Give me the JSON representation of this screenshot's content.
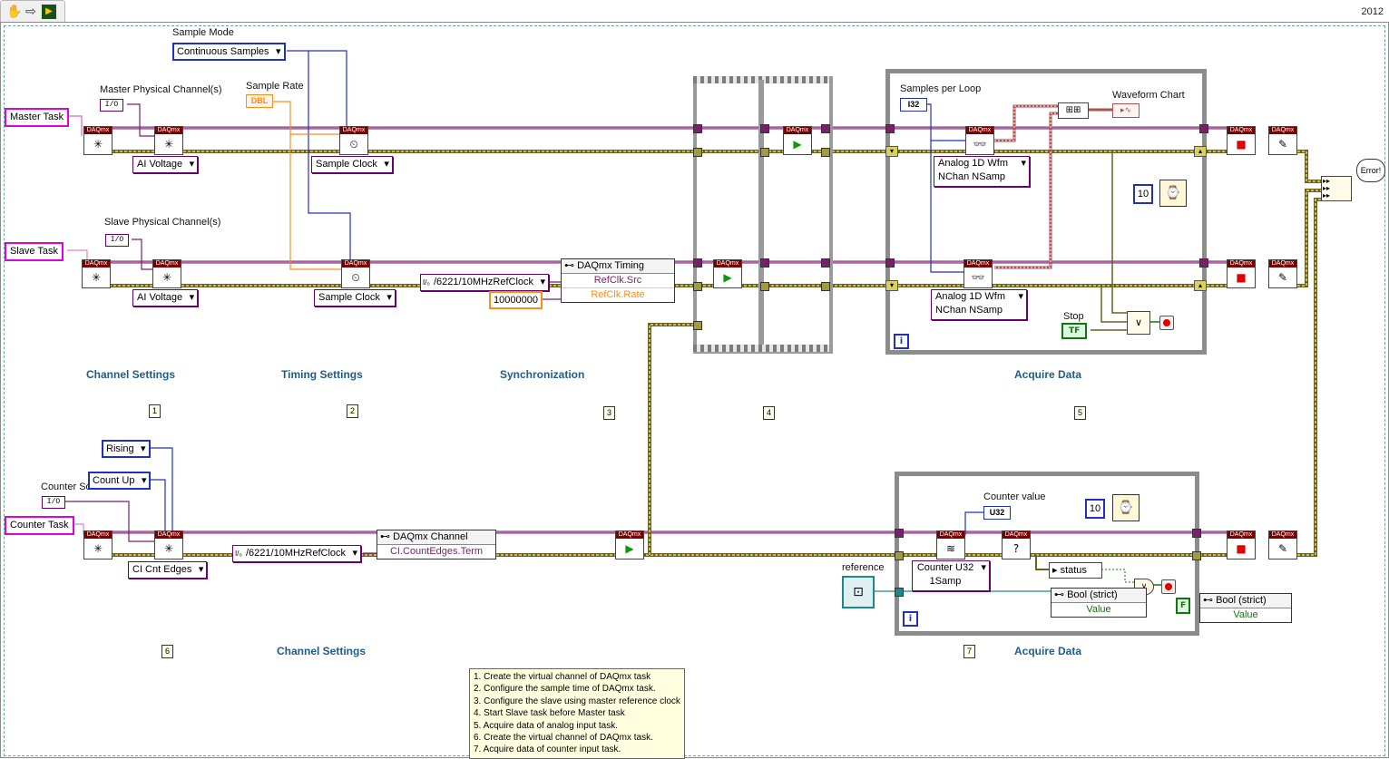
{
  "version": "2012",
  "toolbar": {
    "icons": [
      "hand-icon",
      "arrow-icon",
      "labview-icon"
    ]
  },
  "constants": {
    "master_task": "Master Task",
    "slave_task": "Slave Task",
    "counter_task": "Counter Task",
    "sample_mode": "Continuous Samples",
    "ai_voltage_1": "AI Voltage",
    "ai_voltage_2": "AI Voltage",
    "sample_clock_1": "Sample Clock",
    "sample_clock_2": "Sample Clock",
    "ref_clock_source_1": "/6221/10MHzRefClock",
    "ref_clock_rate": "10000000",
    "ref_clock_source_2": "/6221/10MHzRefClock",
    "rising": "Rising",
    "count_up": "Count Up",
    "ci_cnt_edges": "CI Cnt Edges",
    "analog_wfm_1_line1": "Analog 1D Wfm",
    "analog_wfm_1_line2": "NChan NSamp",
    "analog_wfm_2_line1": "Analog 1D Wfm",
    "analog_wfm_2_line2": "NChan NSamp",
    "counter_u32_line1": "Counter U32",
    "counter_u32_line2": "1Samp",
    "wait_ms_1": "10",
    "wait_ms_2": "10",
    "dbl": "DBL",
    "u32": "U32",
    "u32_indicator": "U32",
    "i32": "I32",
    "io": "I/O",
    "tf": "TF",
    "f": "F"
  },
  "labels": {
    "sample_mode": "Sample Mode",
    "sample_rate": "Sample Rate",
    "master_physical_channels": "Master Physical Channel(s)",
    "slave_physical_channels": "Slave Physical Channel(s)",
    "counter_source": "Counter Source",
    "samples_per_loop": "Samples per Loop",
    "waveform_chart": "Waveform Chart",
    "counter_value": "Counter value",
    "stop": "Stop",
    "reference": "reference",
    "status": "status"
  },
  "property_nodes": {
    "timing": {
      "title": "DAQmx Timing",
      "rows": [
        "RefClk.Src",
        "RefClk.Rate"
      ]
    },
    "channel": {
      "title": "DAQmx Channel",
      "rows": [
        "CI.CountEdges.Term"
      ]
    },
    "bool1": {
      "title": "Bool (strict)",
      "rows": [
        "Value"
      ]
    },
    "bool2": {
      "title": "Bool (strict)",
      "rows": [
        "Value"
      ]
    }
  },
  "daqmx": {
    "header": "DAQmx"
  },
  "sections": [
    {
      "title": "Channel Settings",
      "number": "1"
    },
    {
      "title": "Timing Settings",
      "number": "2"
    },
    {
      "title": "Synchronization",
      "number": "3"
    },
    {
      "title": "",
      "number": "4"
    },
    {
      "title": "Acquire Data",
      "number": "5"
    },
    {
      "title": "",
      "number": "6"
    },
    {
      "title": "Channel Settings",
      "number": ""
    },
    {
      "title": "Acquire Data",
      "number": "7"
    }
  ],
  "notes": [
    "1. Create the virtual channel of DAQmx task",
    "2. Configure the sample time of DAQmx task.",
    "3. Configure the slave using master reference clock",
    "4. Start Slave task before Master task",
    "5. Acquire data of analog input task.",
    "6. Create the virtual channel of DAQmx task.",
    "7. Acquire data of counter input task."
  ],
  "error_label": "Error",
  "loop_iteration": "i",
  "colors": {
    "task_wire": "#7a1f6b",
    "error_wire": "#b8a830",
    "numeric_wire": "#2030c0",
    "dbl_wire": "#ff8c1a",
    "bool_wire": "#0a7a0a",
    "section_title": "#1f5c8c"
  }
}
